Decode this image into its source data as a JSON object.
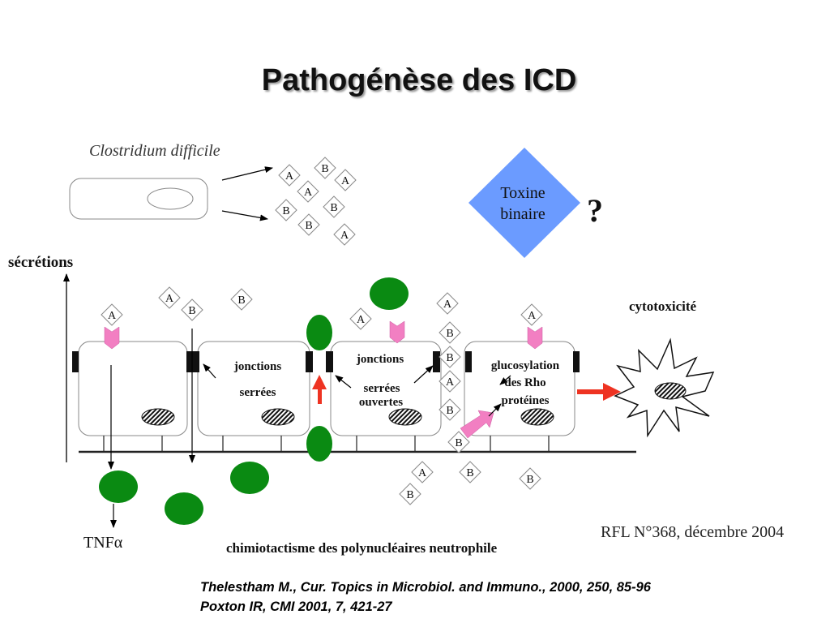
{
  "title": "Pathogénèse des ICD",
  "organism": "Clostridium difficile",
  "binary_toxin": {
    "line1": "Toxine",
    "line2": "binaire",
    "question": "?",
    "color": "#6b9bff"
  },
  "labels": {
    "secretions": "sécrétions",
    "cytotoxicity": "cytotoxicité",
    "junctions1": [
      "jonctions",
      "serrées"
    ],
    "junctions2": [
      "jonctions",
      "serrées",
      "ouvertes"
    ],
    "glucosylation": [
      "glucosylation",
      "des Rho",
      "protéines"
    ],
    "tnf": "TNFα",
    "chemotaxis": "chimiotactisme des polynucléaires neutrophile",
    "source": "RFL N°368, décembre 2004"
  },
  "toxins": {
    "a": "A",
    "b": "B"
  },
  "references": [
    "Thelestham M., Cur. Topics in Microbiol. and Immuno., 2000, 250, 85-96",
    "Poxton IR, CMI 2001, 7, 421-27"
  ],
  "colors": {
    "neutrophil": "#0a8a12",
    "receptor": "#f27fc2",
    "arrow_red": "#ee3322"
  }
}
